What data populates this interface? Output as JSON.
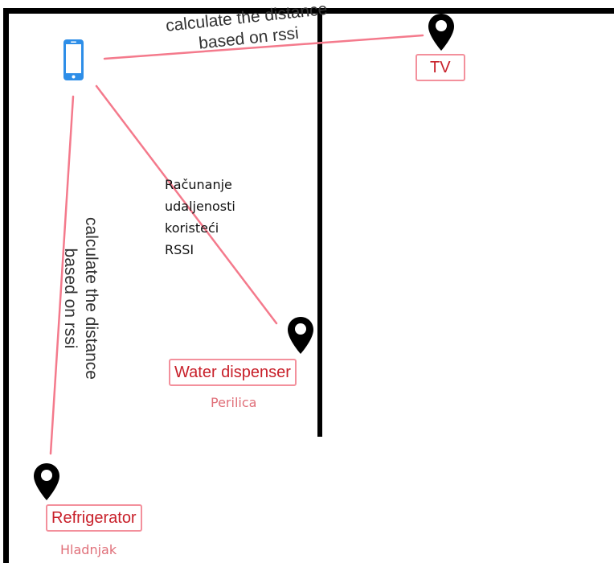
{
  "labels": {
    "tv": "TV",
    "water_dispenser": "Water dispenser",
    "refrigerator": "Refrigerator"
  },
  "sub_labels": {
    "water_dispenser": "Perilica",
    "refrigerator": "Hladnjak"
  },
  "rssi_top": {
    "line1": "calculate the distance",
    "line2": "based on rssi"
  },
  "rssi_left": {
    "line1": "calculate the distance",
    "line2": "based on rssi"
  },
  "croatian_note": {
    "line1": "Računanje",
    "line2": "udaljenosti",
    "line3": "koristeći",
    "line4": "RSSI"
  },
  "icons": {
    "phone": "smartphone-icon",
    "pin": "map-pin-icon"
  },
  "colors": {
    "connection_line": "#f47a8c",
    "label_border": "#f3909c",
    "label_text": "#c8202a",
    "phone": "#2e8ee8"
  }
}
